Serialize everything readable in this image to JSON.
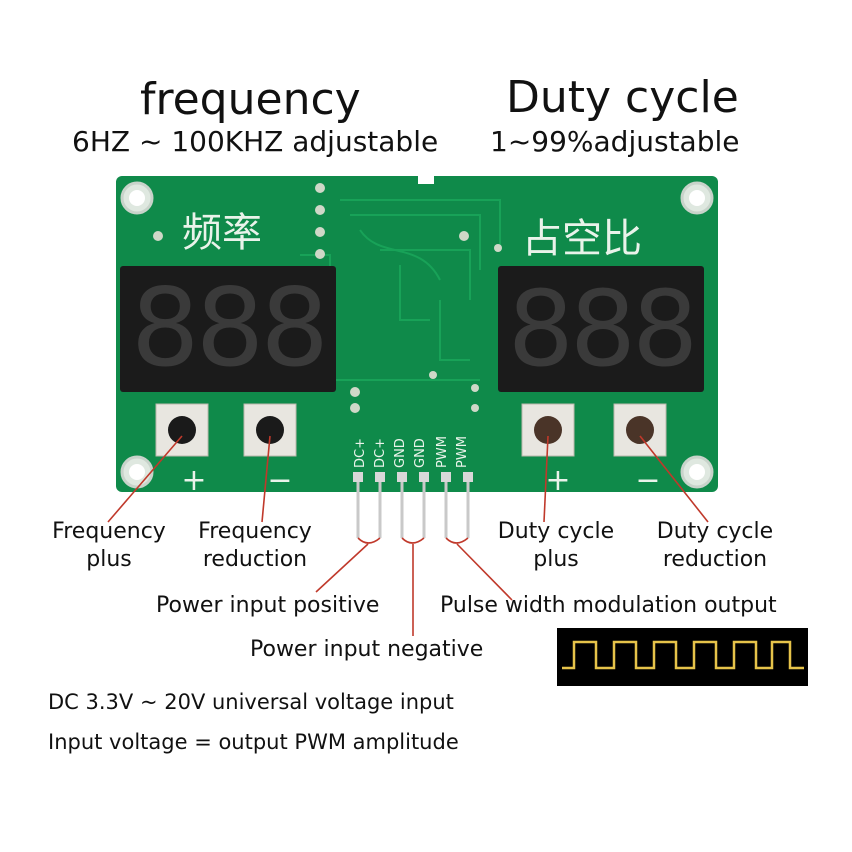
{
  "header": {
    "freq_title": "frequency",
    "freq_sub": "6HZ ~ 100KHZ adjustable",
    "duty_title": "Duty cycle",
    "duty_sub": "1~99%adjustable"
  },
  "board": {
    "color": "#0f8a4a",
    "freq_cn": "频率",
    "duty_cn": "占空比",
    "display_digits": "888",
    "pins": [
      "DC+",
      "DC+",
      "GND",
      "GND",
      "PWM",
      "PWM"
    ],
    "plus_symbol": "+",
    "minus_symbol": "−"
  },
  "labels": {
    "freq_plus": [
      "Frequency",
      "plus"
    ],
    "freq_reduction": [
      "Frequency",
      "reduction"
    ],
    "duty_plus": [
      "Duty cycle",
      "plus"
    ],
    "duty_reduction": [
      "Duty cycle",
      "reduction"
    ],
    "power_pos": "Power input positive",
    "power_neg": "Power input negative",
    "pwm_out": "Pulse width modulation output"
  },
  "notes": {
    "line1": "DC 3.3V ~ 20V universal voltage input",
    "line2": "Input voltage = output PWM amplitude"
  },
  "colors": {
    "leader": "#c0392b",
    "waveform": "#e6c34a",
    "waveform_bg": "#000000"
  }
}
